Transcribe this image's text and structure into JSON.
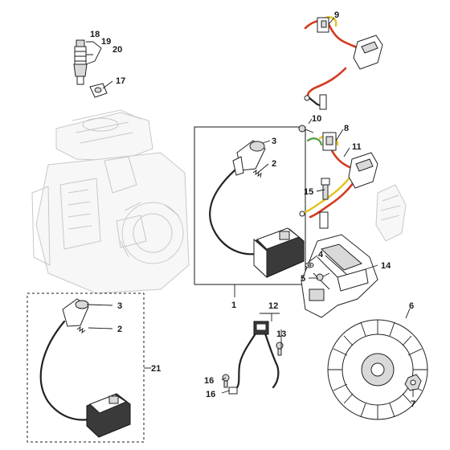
{
  "callouts": {
    "c1": "1",
    "c2a": "2",
    "c2b": "2",
    "c3a": "3",
    "c3b": "3",
    "c4": "4",
    "c5": "5",
    "c6": "6",
    "c7": "7",
    "c8": "8",
    "c9": "9",
    "c10": "10",
    "c11": "11",
    "c12": "12",
    "c13": "13",
    "c14": "14",
    "c15": "15",
    "c16a": "16",
    "c16b": "16",
    "c17": "17",
    "c18": "18",
    "c19": "19",
    "c20": "20",
    "c21": "21"
  }
}
